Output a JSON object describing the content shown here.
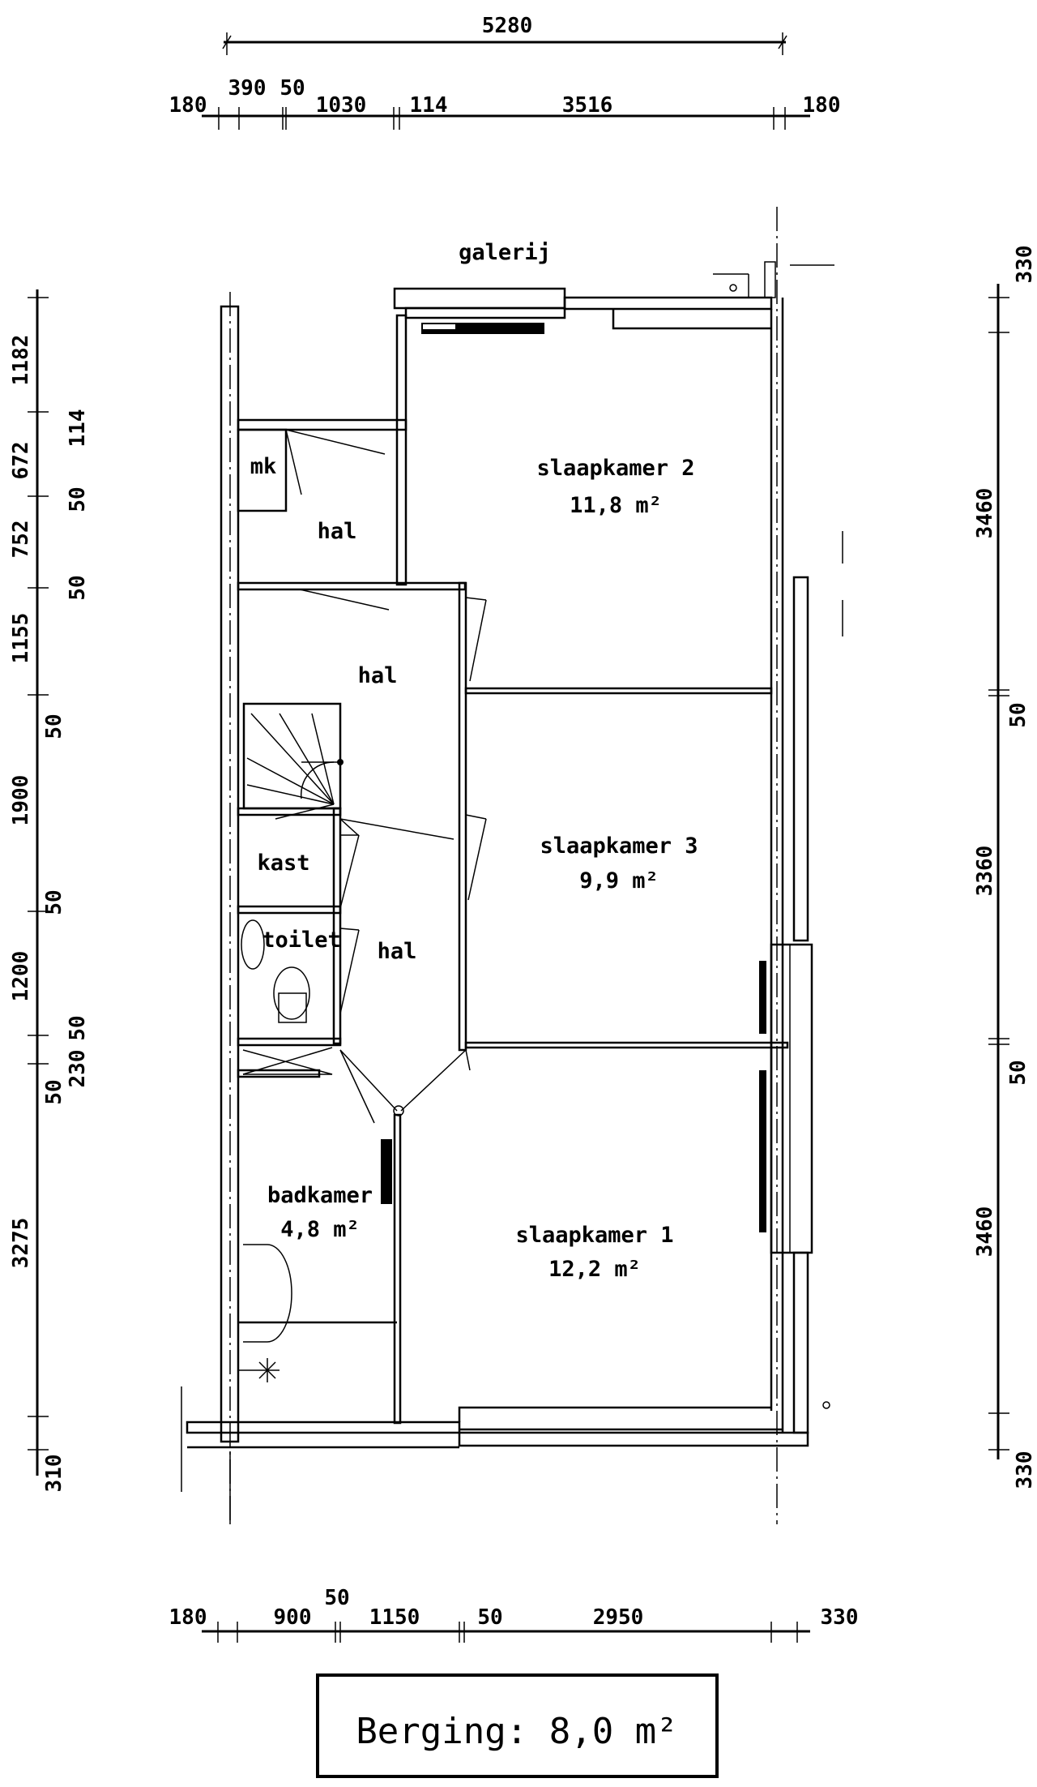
{
  "dimensions": {
    "top_overall": "5280",
    "top": [
      "180",
      "390",
      "50",
      "1030",
      "114",
      "3516",
      "180"
    ],
    "left": [
      "1182",
      "114",
      "672",
      "50",
      "752",
      "50",
      "1155",
      "50",
      "1900",
      "50",
      "1200",
      "230",
      "50",
      "50",
      "3275",
      "310"
    ],
    "right": [
      "330",
      "3460",
      "50",
      "3360",
      "50",
      "3460",
      "330"
    ],
    "bottom": [
      "180",
      "900",
      "50",
      "1150",
      "50",
      "2950",
      "330"
    ]
  },
  "rooms": {
    "galerij": "galerij",
    "mk": "mk",
    "hal_1": "hal",
    "slaapkamer_2": {
      "name": "slaapkamer 2",
      "area": "11,8 m²"
    },
    "hal_2": "hal",
    "slaapkamer_3": {
      "name": "slaapkamer 3",
      "area": "9,9 m²"
    },
    "kast": "kast",
    "toilet": "toilet",
    "hal_3": "hal",
    "badkamer": {
      "name": "badkamer",
      "area": "4,8 m²"
    },
    "slaapkamer_1": {
      "name": "slaapkamer 1",
      "area": "12,2 m²"
    }
  },
  "storage_box": "Berging: 8,0 m²"
}
